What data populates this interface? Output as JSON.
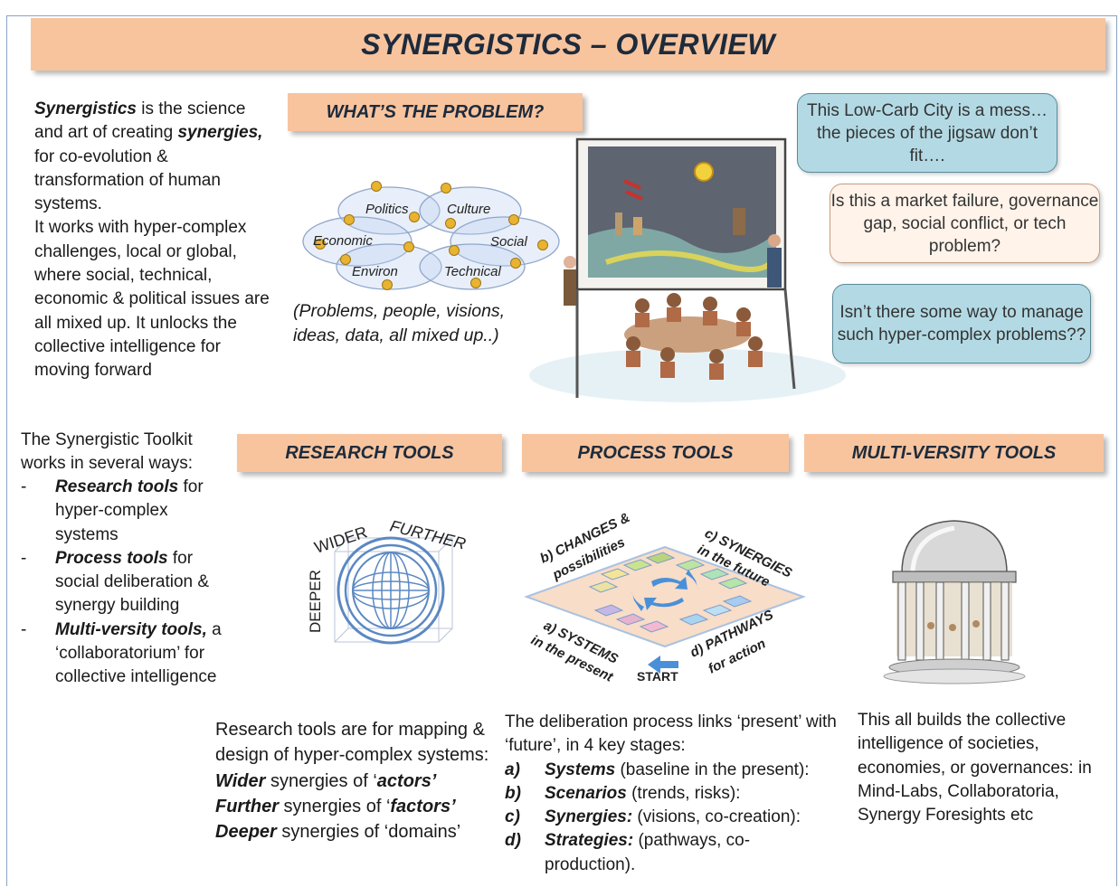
{
  "title": "SYNERGISTICS – OVERVIEW",
  "problem": {
    "heading": "WHAT’S THE PROBLEM?",
    "venn_labels": [
      "Politics",
      "Culture",
      "Economic",
      "Social",
      "Environ",
      "Technical"
    ],
    "caption_line1": "(Problems, people, visions,",
    "caption_line2": "ideas, data, all mixed up..)",
    "bubbles": [
      "This Low-Carb City is a mess… the pieces of the jigsaw don’t fit….",
      "Is this a market failure, governance gap, social conflict, or tech problem?",
      "Isn’t there some way to manage such hyper-complex problems??"
    ]
  },
  "intro": {
    "term": "Synergistics",
    "line_a": " is the science and art of creating ",
    "term2": "synergies,",
    "line_b": " for co-evolution & transformation of human systems.",
    "line_c": "It works with hyper-complex challenges, local or global, where social, technical, economic & political issues are all mixed up. It unlocks the collective intelligence for moving forward"
  },
  "toolkit": {
    "intro": "The Synergistic Toolkit works in several ways:",
    "items": [
      {
        "dash": "-",
        "bold": "Research tools",
        "rest": " for hyper-complex systems"
      },
      {
        "dash": "-",
        "bold": "Process tools",
        "rest": " for social deliberation & synergy building"
      },
      {
        "dash": "-",
        "bold": "Multi-versity tools,",
        "rest": " a ‘collaboratorium’ for collective intelligence"
      }
    ]
  },
  "sections": {
    "research": "RESEARCH TOOLS",
    "process": "PROCESS TOOLS",
    "multiversity": "MULTI-VERSITY TOOLS"
  },
  "research_diagram": {
    "wider": "WIDER",
    "further": "FURTHER",
    "deeper": "DEEPER"
  },
  "process_diagram": {
    "b1": "b) CHANGES &",
    "b2": "possibilities",
    "c1": "c) SYNERGIES",
    "c2": "in the future",
    "a1": "a) SYSTEMS",
    "a2": "in the present",
    "start": "START",
    "d1": "d) PATHWAYS",
    "d2": "for action"
  },
  "research_text": {
    "intro": "Research tools are for mapping & design of hyper-complex systems:",
    "lines": [
      {
        "b": "Wider",
        "m": " synergies of ‘",
        "b2": "actors’",
        "e": ""
      },
      {
        "b": "Further",
        "m": " synergies of ‘",
        "b2": "factors’",
        "e": ""
      },
      {
        "b": "Deeper",
        "m": " synergies of ‘domains’",
        "b2": "",
        "e": ""
      }
    ]
  },
  "process_text": {
    "intro": "The deliberation process links ‘present’ with ‘future’, in 4 key stages:",
    "stages": [
      {
        "k": "a)",
        "b": "Systems",
        "r": " (baseline in the present):"
      },
      {
        "k": "b)",
        "b": "Scenarios",
        "r": " (trends, risks):"
      },
      {
        "k": "c)",
        "b": "Synergies:",
        "r": " (visions, co-creation):"
      },
      {
        "k": "d)",
        "b": "Strategies:",
        "r": " (pathways, co-production)."
      }
    ]
  },
  "multiversity_text": "This all builds the collective intelligence of societies, economies, or governances: in Mind-Labs, Collaboratoria, Synergy Foresights etc",
  "colors": {
    "banner": "#f8c49e",
    "bubble": "#b3dae4",
    "bubble_alt": "#fff3ea",
    "frame": "#8aa3c2"
  }
}
